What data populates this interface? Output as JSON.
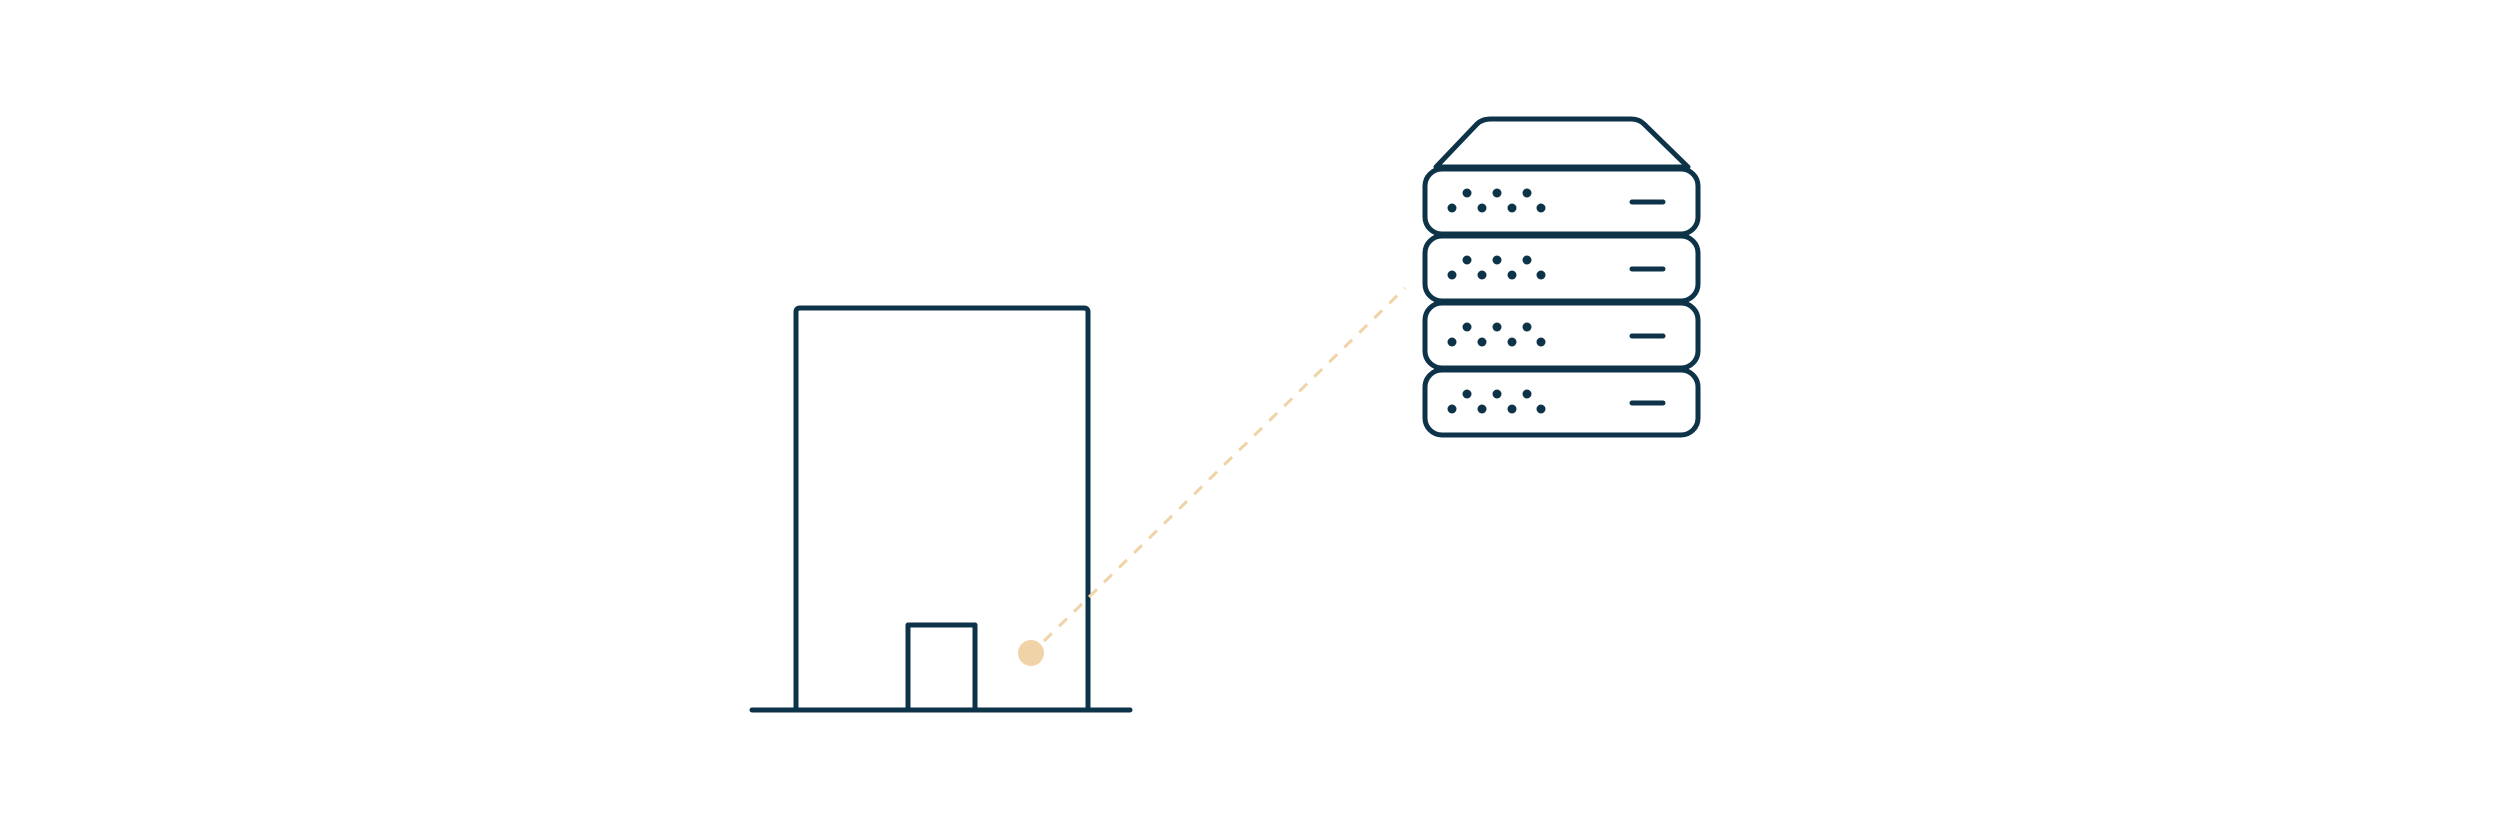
{
  "diagram": {
    "nodes": [
      {
        "id": "building",
        "icon": "building-icon"
      },
      {
        "id": "server",
        "icon": "server-rack-icon",
        "units": 4
      },
      {
        "id": "endpoint",
        "icon": "connection-dot"
      }
    ],
    "edges": [
      {
        "from": "endpoint",
        "to": "server",
        "style": "dashed"
      }
    ]
  },
  "colors": {
    "ink": "#0d3349",
    "connection": "#f0d3a6",
    "background": "#ffffff"
  }
}
